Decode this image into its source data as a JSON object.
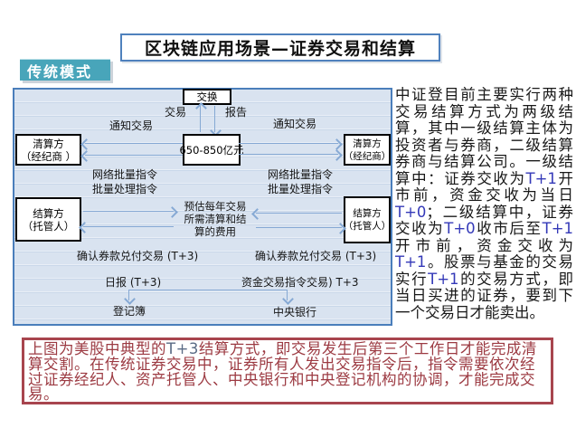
{
  "title": "区块链应用场景—证券交易和结算",
  "mode_tag": "传统模式",
  "diagram": {
    "exchange": "交换",
    "trade": "交易",
    "report": "报告",
    "amount": "650-850亿元",
    "notify_left": "通知交易",
    "notify_right": "通知交易",
    "clearing_left": [
      "清算方",
      "（经纪商 ）"
    ],
    "clearing_right": [
      "清算方",
      "（经纪商）"
    ],
    "batch_left": [
      "网络批量指令",
      "批量处理指令"
    ],
    "batch_right": [
      "网络批量指令",
      "批量处理指令"
    ],
    "settlement_left": [
      "结算方",
      "（托管人）"
    ],
    "settlement_right": [
      "结算方",
      "（托管人）"
    ],
    "estimate": [
      "预估每年交易",
      "所需清算和结",
      "算的费用"
    ],
    "confirm_left": "确认券款兑付交易 (T+3)",
    "confirm_right": "确认券款兑付交易 (T+3)",
    "daily_report": "日报 (T+3)",
    "fund_instruction": "资金交易指令交易) T+3",
    "register": "登记簿",
    "central_bank": "中央银行"
  },
  "right_panel": {
    "text": "中证登目前主要实行两种交易结算方式为两级结算，其中一级结算主体为投资者与券商，二级结算券商与结算公司。一级结算中：证券交收为T+1开市前，资金交收为当日T+0；二级结算中，证券交收为T+0收市后至T+1开市前，资金交收为T+1。股票与基金的交易实行T+1的交易方式，即当日买进的证券，要到下一个交易日才能卖出。"
  },
  "bottom_note": {
    "text": "上图为美股中典型的T+3结算方式，即交易发生后第三个工作日才能完成清算交割。在传统证券交易中，证券所有人发出交易指令后，指令需要依次经过证券经纪人、资产托管人、中央银行和中央登记机构的协调，才能完成交易。"
  },
  "colors": {
    "accent_blue": "#4f81bd",
    "teal": "#48a5ba",
    "arrow": "#86a9d4",
    "panel_bg": "#d9e3f0",
    "note_red": "#9c3a42",
    "latin_blue": "#3439b8"
  }
}
